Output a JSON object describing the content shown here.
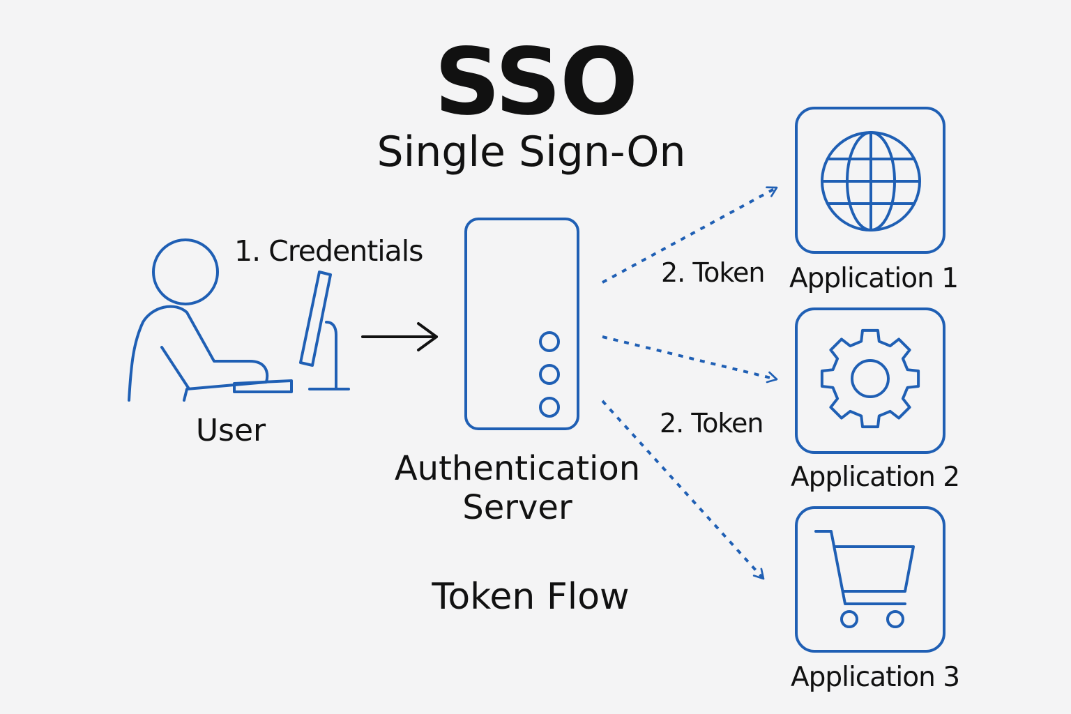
{
  "title": "SSO",
  "subtitle": "Single Sign-On",
  "user": {
    "label": "User",
    "icon": "user-at-computer-icon"
  },
  "credentials_arrow": {
    "label": "1. Credentials"
  },
  "server": {
    "line1": "Authentication",
    "line2": "Server",
    "icon": "server-icon"
  },
  "token_labels": [
    "2. Token",
    "2. Token"
  ],
  "applications": [
    {
      "label": "Application 1",
      "icon": "globe-icon"
    },
    {
      "label": "Application 2",
      "icon": "gear-icon"
    },
    {
      "label": "Application 3",
      "icon": "shopping-cart-icon"
    }
  ],
  "footer_label": "Token Flow",
  "colors": {
    "accent": "#1f5fb4",
    "text": "#111111",
    "background": "#f4f4f5"
  }
}
